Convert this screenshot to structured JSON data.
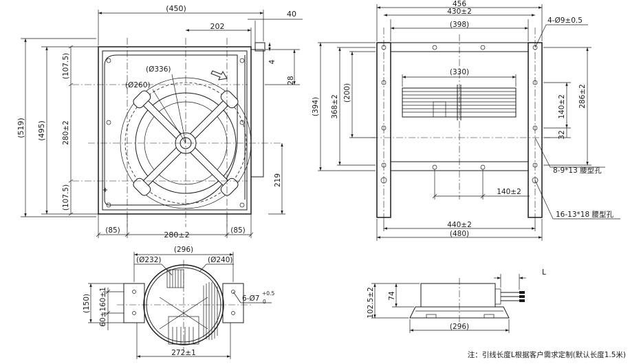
{
  "front_view": {
    "width_total": "(450)",
    "hub_offset": "202",
    "flange_40": "40",
    "height_total": "(519)",
    "inner_height": "(495)",
    "top_margin": "(107.5)",
    "mid_span": "280±2",
    "bottom_margin": "(107.5)",
    "impeller_dia": "(Ø336)",
    "inlet_dia": "(Ø260)",
    "dim_4": "4",
    "dim_28": "28",
    "dim_219": "219",
    "left_margin": "(85)",
    "bottom_span": "280±2",
    "right_margin": "(85)"
  },
  "side_view": {
    "width_456": "456",
    "width_430": "430±2",
    "width_398": "(398)",
    "hole_note": "4-Ø9±0.5",
    "height_394": "(394)",
    "height_368": "368±2",
    "height_200": "(200)",
    "width_330": "(330)",
    "height_286": "286±2",
    "height_140": "140±2",
    "dim_32": "32",
    "slot_note_a": "8-9*13 腰型孔",
    "width_140": "140±2",
    "slot_note_b": "16-13*18 腰型孔",
    "width_440": "440±2",
    "width_480": "(480)"
  },
  "motor_view": {
    "width_296": "(296)",
    "dia_232": "(Ø232)",
    "dia_240": "(Ø240)",
    "hole_note": "6-Ø7",
    "hole_tol_upper": "+0.5",
    "hole_tol_lower": "0",
    "height_150": "(150)",
    "height_60_160": "60±160±1",
    "width_272": "272±1"
  },
  "controller_view": {
    "lead_length": "L",
    "height_102": "102.5±2",
    "height_74": "74",
    "width_296": "(296)"
  },
  "note": "注：引线长度L根据客户需求定制(默认长度1.5米)"
}
